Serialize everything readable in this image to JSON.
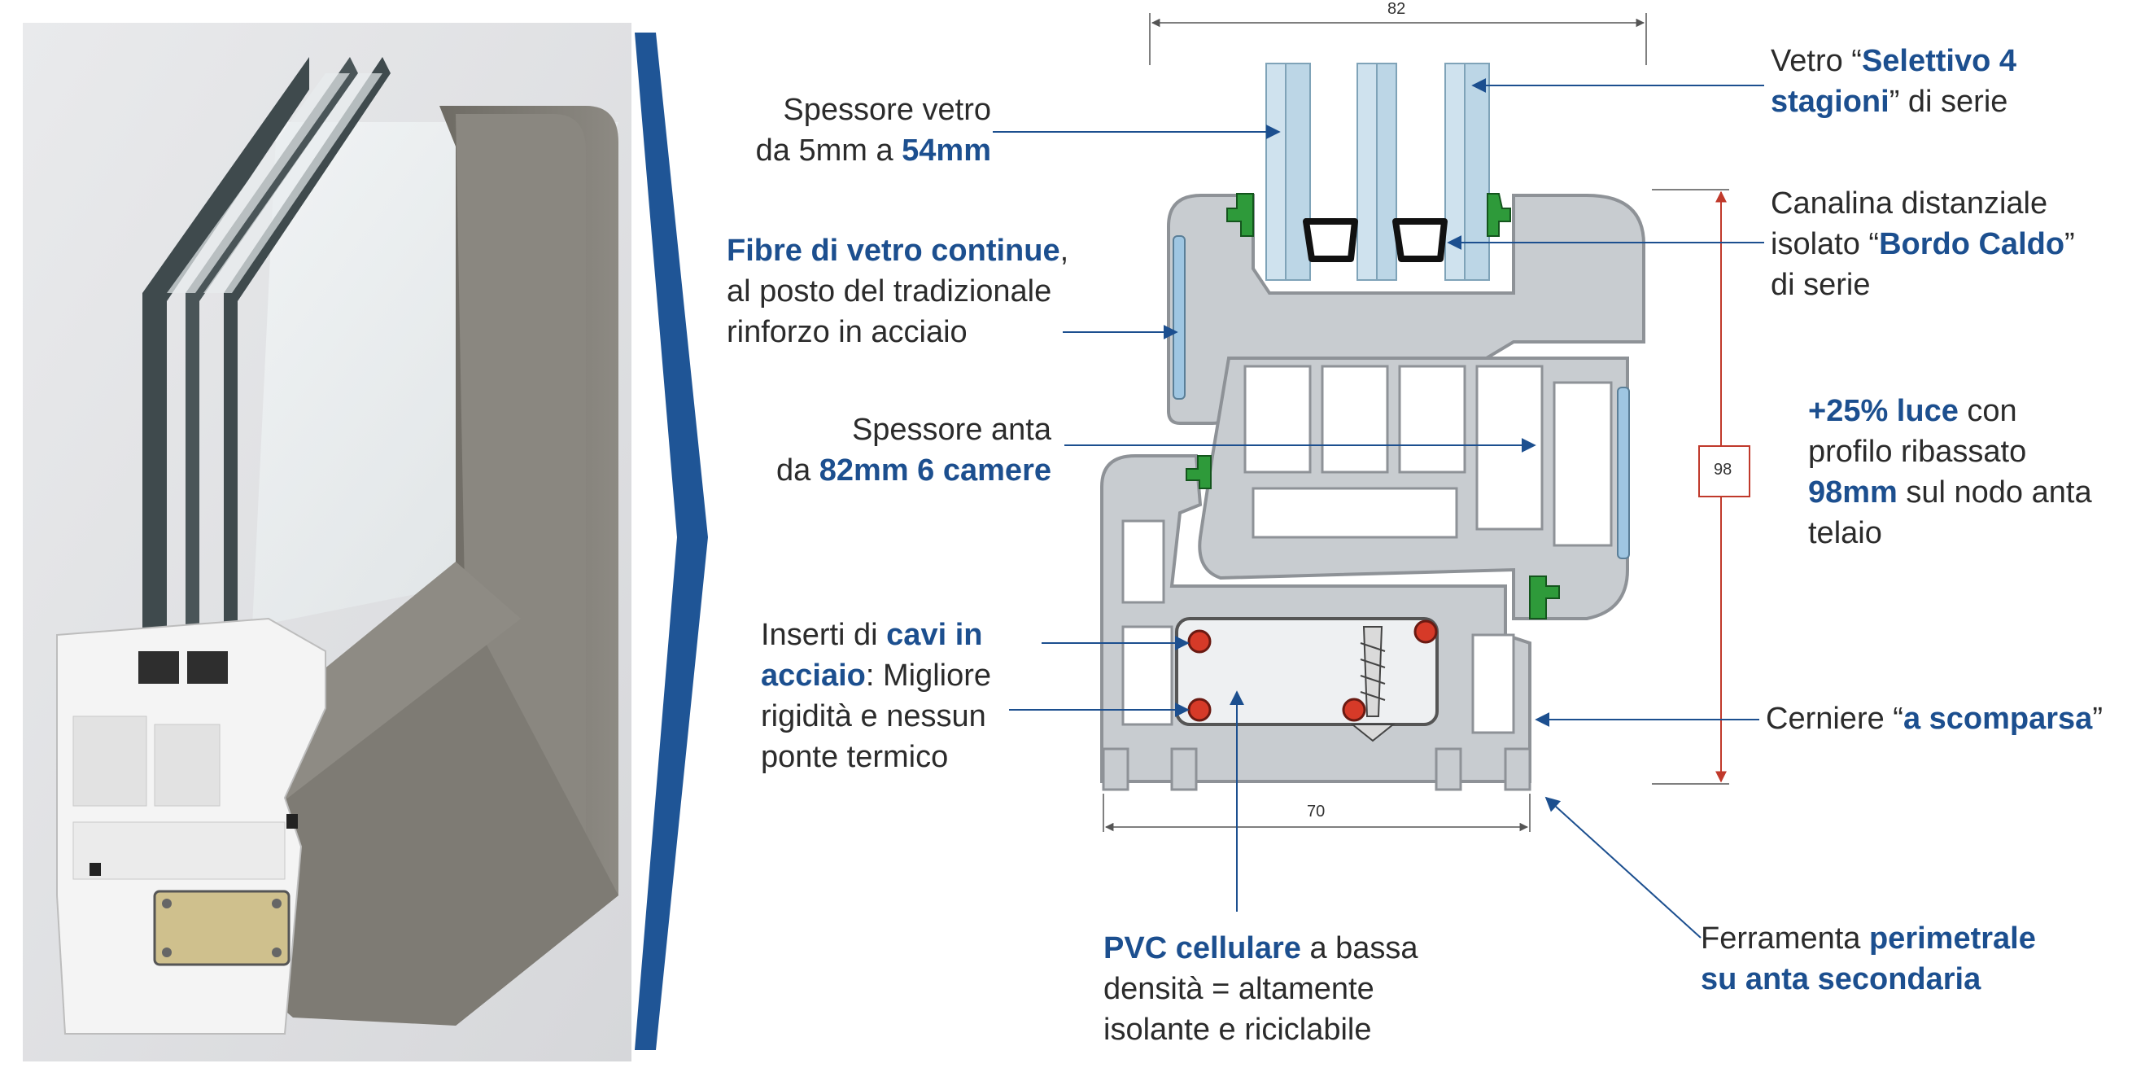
{
  "dimensions": {
    "top": "82",
    "bottom": "70",
    "side": "98"
  },
  "labels": {
    "spessore_vetro": {
      "l1": "Spessore vetro",
      "l2a": "da 5mm a ",
      "l2b": "54mm"
    },
    "fibre": {
      "l1b": "Fibre di vetro continue",
      "l1a": ",",
      "l2": "al posto del tradizionale",
      "l3": "rinforzo in acciaio"
    },
    "spessore_anta": {
      "l1": "Spessore anta",
      "l2a": "da ",
      "l2b": "82mm 6 camere"
    },
    "inserti": {
      "l1a": "Inserti di ",
      "l1b": "cavi in",
      "l2b": "acciaio",
      "l2a": ": Migliore",
      "l3": "rigidità e nessun",
      "l4": "ponte termico"
    },
    "pvc": {
      "l1b": "PVC cellulare",
      "l1a": " a bassa",
      "l2": "densità = altamente",
      "l3": "isolante e riciclabile"
    },
    "vetro": {
      "l1a": "Vetro “",
      "l1b": "Selettivo 4",
      "l2b": "stagioni",
      "l2a": "” di serie"
    },
    "canalina": {
      "l1": "Canalina distanziale",
      "l2a": "isolato “",
      "l2b": "Bordo Caldo",
      "l2c": "”",
      "l3": "di serie"
    },
    "luce": {
      "l1b": "+25% luce",
      "l1a": " con",
      "l2": "profilo ribassato",
      "l3b": "98mm",
      "l3a": " sul nodo anta",
      "l4": "telaio"
    },
    "cerniere": {
      "l1a": "Cerniere “",
      "l1b": "a scomparsa",
      "l1c": "”"
    },
    "ferramenta": {
      "l1a": "Ferramenta ",
      "l1b": "perimetrale",
      "l2b": "su anta secondaria"
    }
  },
  "colors": {
    "accent": "#1c4f8f",
    "text": "#2b2b2b",
    "profile": "#c7cbcf",
    "frame": "#7d7a73",
    "gasket": "#2e9a3a",
    "steel": "#d63a28",
    "dim_red": "#c0392b"
  }
}
